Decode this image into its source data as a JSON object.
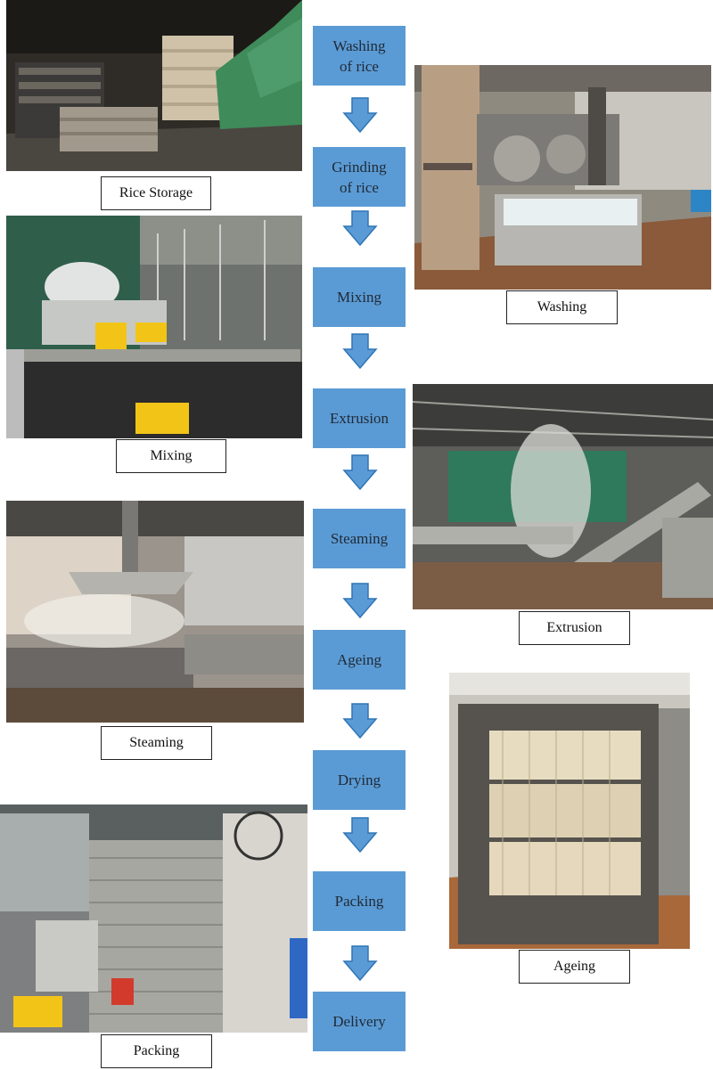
{
  "steps": [
    {
      "label": "Washing\nof rice"
    },
    {
      "label": "Grinding\nof rice"
    },
    {
      "label": "Mixing"
    },
    {
      "label": "Extrusion"
    },
    {
      "label": "Steaming"
    },
    {
      "label": "Ageing"
    },
    {
      "label": "Drying"
    },
    {
      "label": "Packing"
    },
    {
      "label": "Delivery"
    }
  ],
  "photos": [
    {
      "caption": "Rice Storage"
    },
    {
      "caption": "Washing"
    },
    {
      "caption": "Mixing"
    },
    {
      "caption": "Extrusion"
    },
    {
      "caption": "Steaming"
    },
    {
      "caption": "Ageing"
    },
    {
      "caption": "Packing"
    }
  ],
  "colors": {
    "step_fill": "#5b9bd5",
    "arrow_fill": "#5b9bd5",
    "arrow_stroke": "#2e75b6"
  }
}
